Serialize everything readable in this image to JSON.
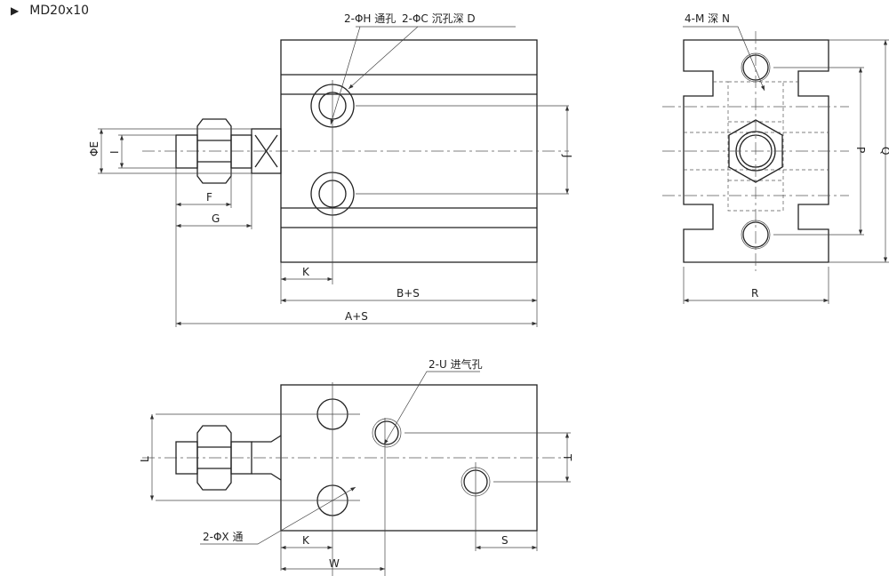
{
  "title": "MD20x10",
  "labels": {
    "h_hole": "2-ΦH 通孔",
    "c_hole": "2-ΦC 沉孔深 D",
    "m_thread": "4-M 深 N",
    "phi_e": "ΦE",
    "i": "I",
    "f": "F",
    "g": "G",
    "k": "K",
    "b_s": "B+S",
    "a_s": "A+S",
    "j": "J",
    "p": "P",
    "q": "Q",
    "r": "R",
    "u_port": "2-U 进气孔",
    "x_hole": "2-ΦX 通",
    "l": "L",
    "t": "T",
    "k2": "K",
    "w": "W",
    "s": "S"
  }
}
